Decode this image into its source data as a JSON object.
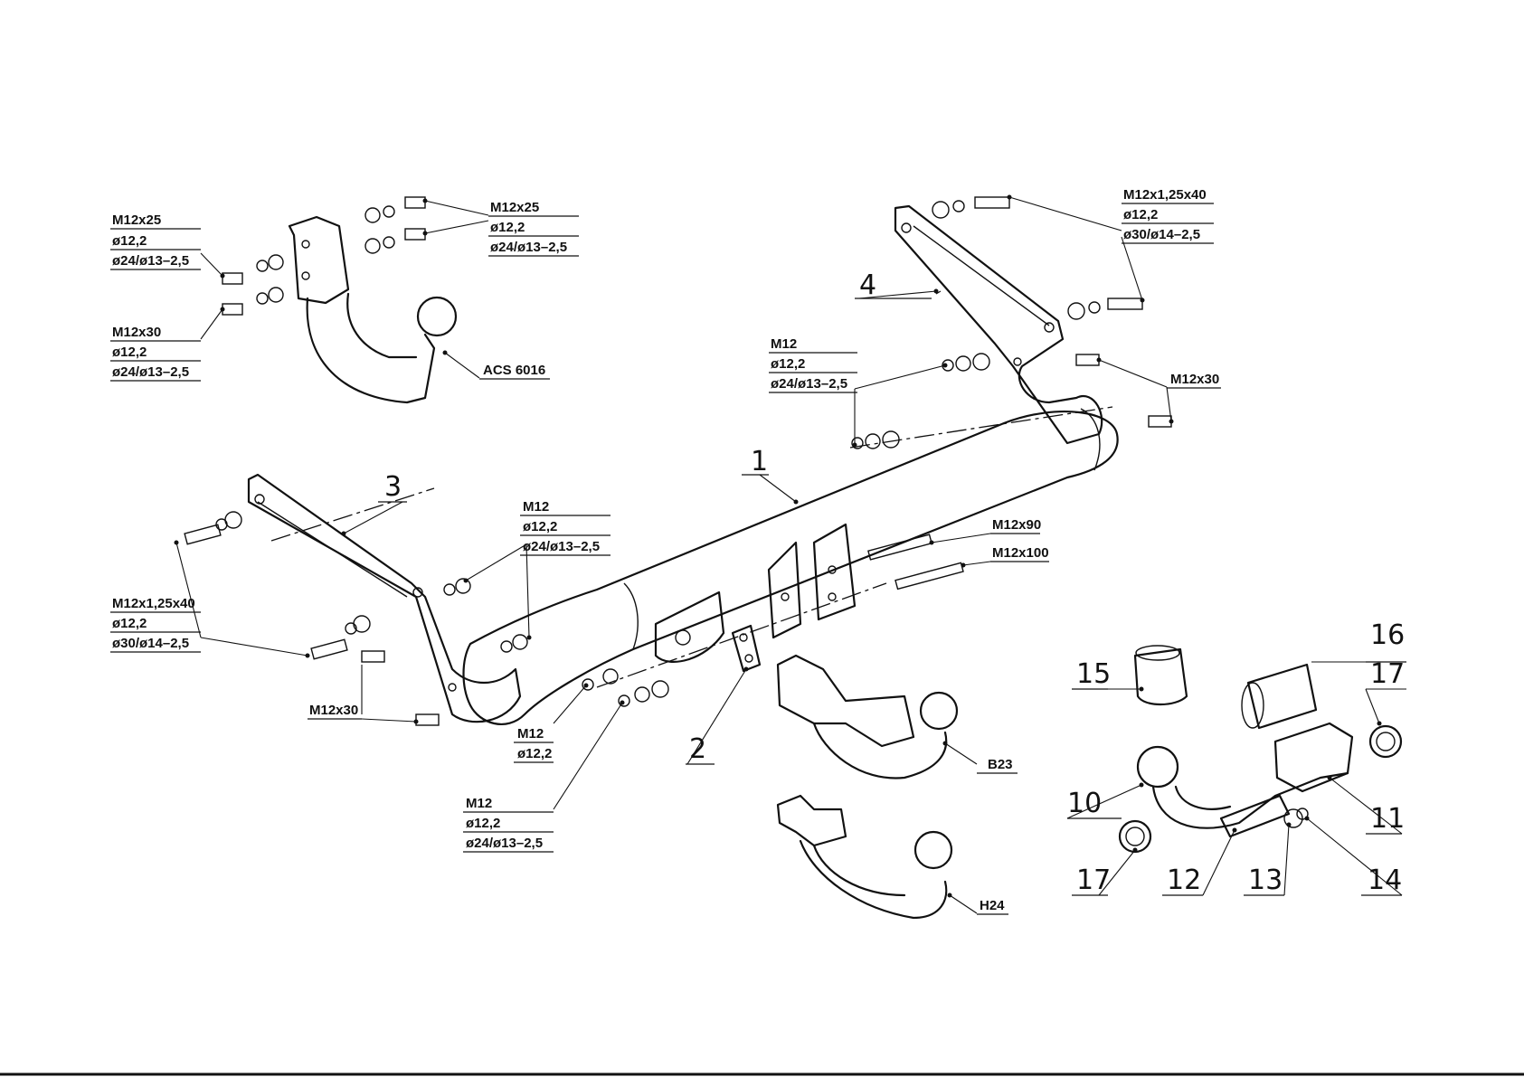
{
  "callouts": {
    "top_left_upper": [
      "M12x25",
      "ø12,2",
      "ø24/ø13–2,5"
    ],
    "top_left_lower": [
      "M12x30",
      "ø12,2",
      "ø24/ø13–2,5"
    ],
    "top_mid": [
      "M12x25",
      "ø12,2",
      "ø24/ø13–2,5"
    ],
    "acs": "ACS 6016",
    "top_right": [
      "M12x1,25x40",
      "ø12,2",
      "ø30/ø14–2,5"
    ],
    "mid_m12": [
      "M12",
      "ø12,2",
      "ø24/ø13–2,5"
    ],
    "right_m12x30": "M12x30",
    "left_mid_m12": [
      "M12",
      "ø12,2",
      "ø24/ø13–2,5"
    ],
    "left_bolt": [
      "M12x1,25x40",
      "ø12,2",
      "ø30/ø14–2,5"
    ],
    "left_m12x30": "M12x30",
    "m12x90": "M12x90",
    "m12x100": "M12x100",
    "bottom_m12_a": [
      "M12",
      "ø12,2"
    ],
    "bottom_m12_b": [
      "M12",
      "ø12,2",
      "ø24/ø13–2,5"
    ],
    "b23": "B23",
    "h24": "H24"
  },
  "part_numbers": [
    "1",
    "2",
    "3",
    "4",
    "10",
    "11",
    "12",
    "13",
    "14",
    "15",
    "16",
    "17",
    "17"
  ]
}
